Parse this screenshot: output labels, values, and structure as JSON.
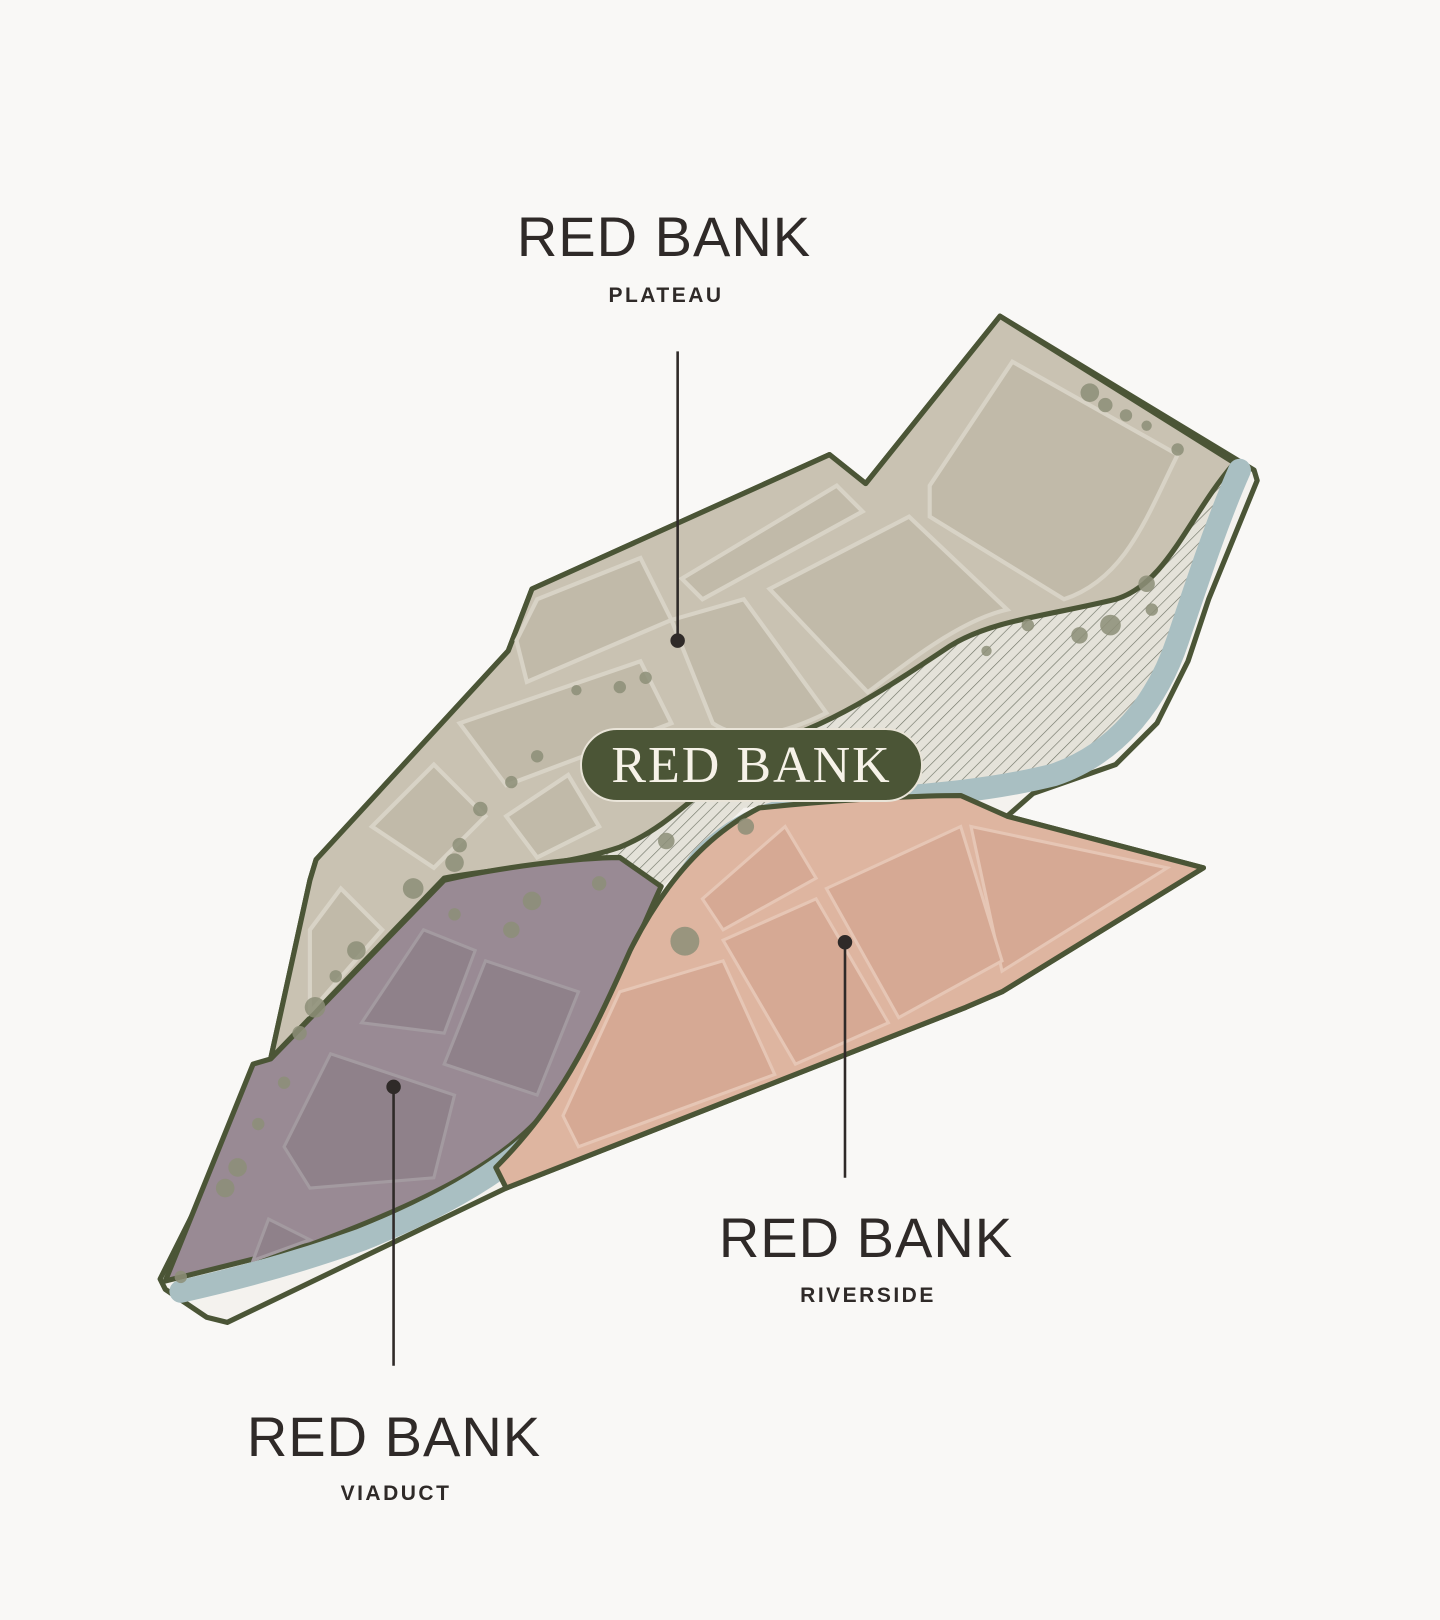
{
  "center_badge": {
    "label": "RED BANK"
  },
  "districts": [
    {
      "name": "RED BANK",
      "subtitle": "PLATEAU"
    },
    {
      "name": "RED BANK",
      "subtitle": "RIVERSIDE"
    },
    {
      "name": "RED BANK",
      "subtitle": "VIADUCT"
    }
  ],
  "colors": {
    "background": "#f9f8f6",
    "outline": "#4b5536",
    "plateau": "#c9c2b2",
    "viaduct": "#998a94",
    "riverside": "#deb5a0",
    "river": "#a9bfc2",
    "trees": "#8d8f78"
  }
}
